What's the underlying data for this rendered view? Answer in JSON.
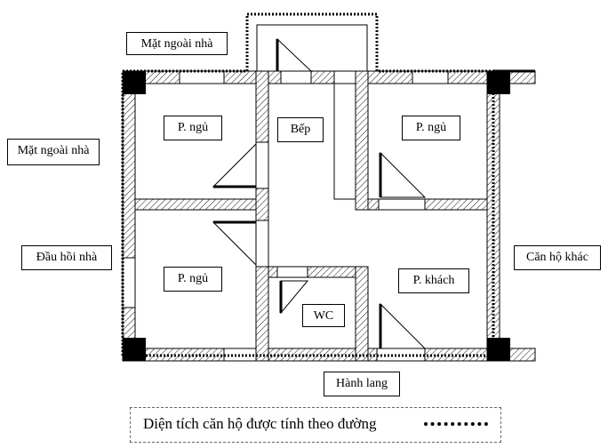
{
  "labels": {
    "outside_top": "Mặt ngoài nhà",
    "outside_left": "Mặt ngoài nhà",
    "gable_end": "Đầu hồi nhà",
    "other_apartment": "Căn hộ khác",
    "corridor": "Hành lang"
  },
  "rooms": {
    "bedroom_1": "P. ngủ",
    "bedroom_2": "P. ngủ",
    "bedroom_3": "P. ngủ",
    "kitchen": "Bếp",
    "living_room": "P. khách",
    "wc": "WC"
  },
  "legend": {
    "text": "Diện tích căn hộ được tính theo đường"
  }
}
